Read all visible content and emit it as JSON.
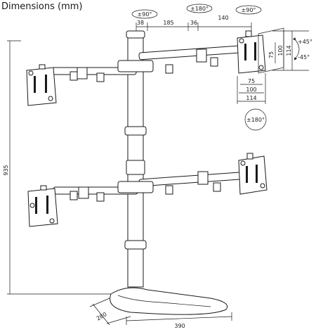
{
  "title": "Dimensions (mm)",
  "colors": {
    "ink": "#1a1a1a",
    "background": "#ffffff"
  },
  "dimensions": {
    "height_total": "935",
    "arm_offset_1": "38",
    "arm_segment": "185",
    "arm_segment_2": "36",
    "arm_segment_3": "140",
    "vesa_75_v": "75",
    "vesa_100_v": "100",
    "plate_height": "114",
    "vesa_75_h": "75",
    "vesa_100_h": "100",
    "plate_width": "114",
    "base_depth": "280",
    "base_width": "390"
  },
  "rotations": {
    "swivel_left": "±90°",
    "swivel_middle": "±180°",
    "swivel_right": "±90°",
    "tilt_up": "+45°",
    "tilt_down": "-45°",
    "rotate_plate": "±180°"
  }
}
